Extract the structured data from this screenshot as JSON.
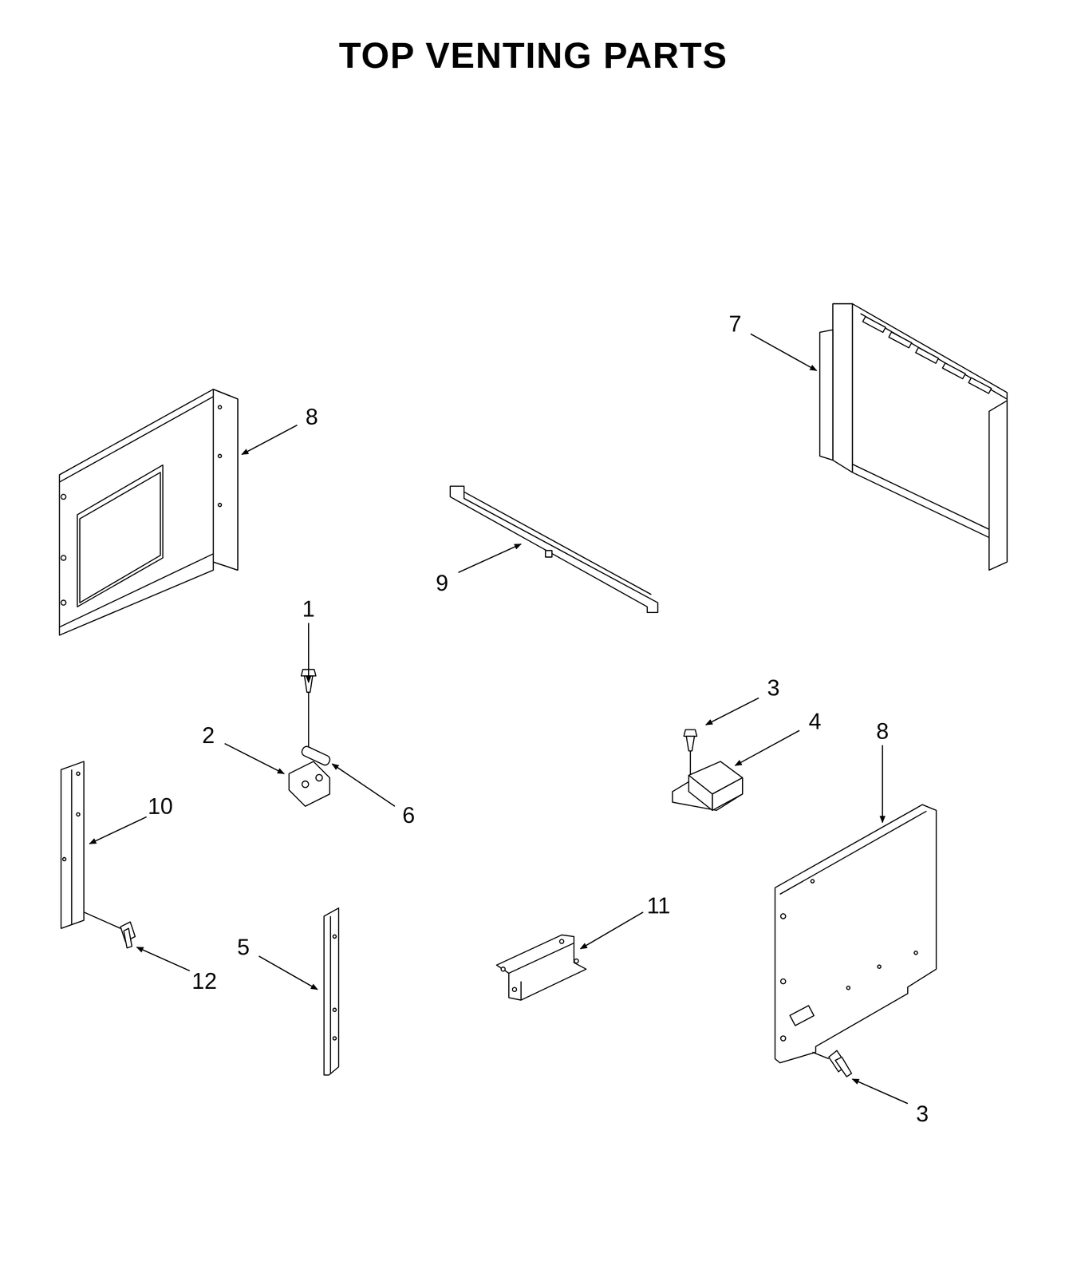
{
  "diagram": {
    "title": "TOP VENTING PARTS",
    "labels": [
      "7",
      "8",
      "9",
      "1",
      "3",
      "2",
      "4",
      "8",
      "10",
      "6",
      "11",
      "5",
      "12",
      "3"
    ]
  }
}
